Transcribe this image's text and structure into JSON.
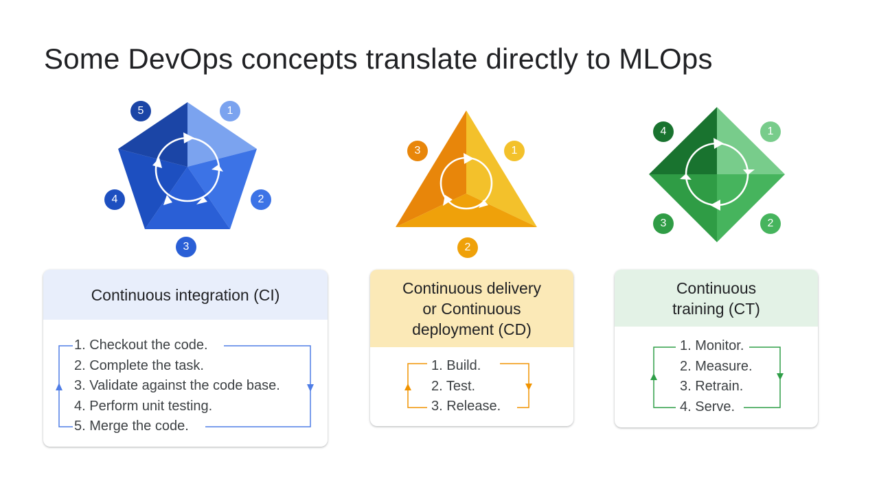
{
  "title": "Some DevOps concepts translate directly to MLOps",
  "colors": {
    "ci_accent": "#3b6fd9",
    "ci_header_bg": "#e8eefb",
    "cd_accent": "#f09300",
    "cd_header_bg": "#fbe9b7",
    "ct_accent": "#2e9e47",
    "ct_header_bg": "#e3f2e6"
  },
  "ci": {
    "badges": [
      "1",
      "2",
      "3",
      "4",
      "5"
    ],
    "heading": "Continuous integration (CI)",
    "steps": [
      "1. Checkout the code.",
      "2. Complete the task.",
      "3. Validate against the code base.",
      "4. Perform unit testing.",
      "5. Merge the code."
    ]
  },
  "cd": {
    "badges": [
      "1",
      "2",
      "3"
    ],
    "heading_lines": [
      "Continuous delivery",
      "or Continuous",
      "deployment (CD)"
    ],
    "steps": [
      "1. Build.",
      "2. Test.",
      "3. Release."
    ]
  },
  "ct": {
    "badges": [
      "1",
      "2",
      "3",
      "4"
    ],
    "heading_lines": [
      "Continuous",
      "training (CT)"
    ],
    "steps": [
      "1. Monitor.",
      "2. Measure.",
      "3. Retrain.",
      "4. Serve."
    ]
  }
}
